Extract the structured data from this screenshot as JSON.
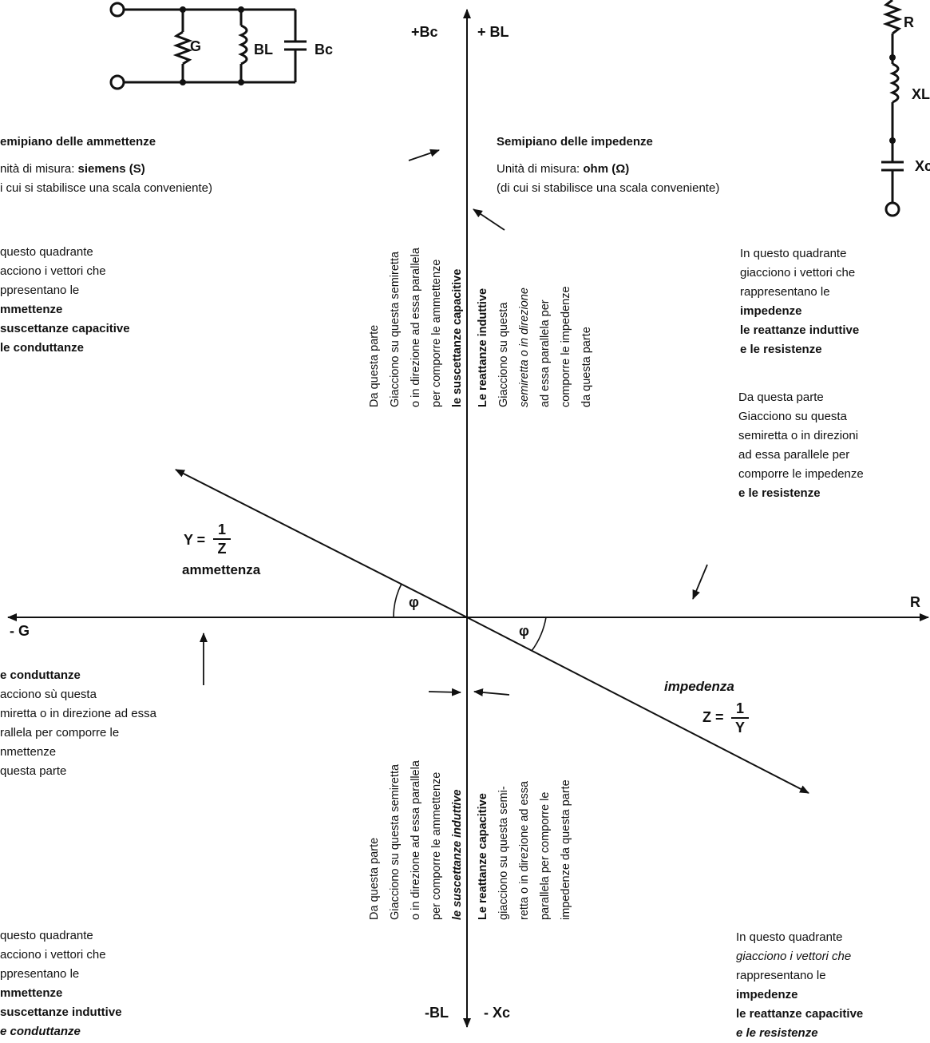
{
  "axis_labels": {
    "pos_bc": "+Bc",
    "pos_bl": "+ BL",
    "neg_g": "- G",
    "r": "R",
    "neg_bl": "-BL",
    "neg_xc": "- Xc"
  },
  "circuit_parallel": {
    "g": "G",
    "bl": "BL",
    "bc": "Bc"
  },
  "circuit_series": {
    "r": "R",
    "xl": "XL",
    "xc": "Xc"
  },
  "admittance_half": {
    "title": "emipiano delle ammettenze",
    "unit_prefix": "nità di misura:",
    "unit_value": "siemens (S)",
    "unit_note": "i cui si stabilisce una scala conveniente)"
  },
  "impedance_half": {
    "title": "Semipiano delle impedenze",
    "unit_prefix": "Unità di misura:",
    "unit_value": "ohm (Ω)",
    "unit_note": "(di cui si stabilisce una scala conveniente)"
  },
  "q2_text": [
    "questo quadrante",
    "acciono i vettori che",
    "ppresentano le",
    "mmettenze",
    "suscettanze capacitive",
    "le conduttanze"
  ],
  "q1_text": [
    "In questo quadrante",
    "giacciono i vettori che",
    "rappresentano le",
    "impedenze",
    "le reattanze induttive",
    "e le resistenze"
  ],
  "q1_res": [
    "Da questa parte",
    "Giacciono su questa",
    "semiretta o in direzioni",
    "ad essa parallele per",
    "comporre le impedenze",
    "e le resistenze"
  ],
  "left_cond": [
    "e conduttanze",
    "acciono sù questa",
    "miretta o in direzione ad essa",
    "rallela per comporre le",
    "nmettenze",
    "questa parte"
  ],
  "q3_text": [
    "questo quadrante",
    "acciono i vettori che",
    "ppresentano le",
    "mmettenze",
    "suscettanze induttive",
    "e conduttanze"
  ],
  "q4_text": [
    "In questo quadrante",
    "giacciono i vettori che",
    "rappresentano le",
    "impedenze",
    "le reattanze capacitive",
    "e le resistenze"
  ],
  "vert_upper_left": [
    "Da questa parte",
    "Giacciono su questa semiretta",
    "o in direzione ad essa parallela",
    "per comporre le ammettenze",
    "le suscettanze capacitive"
  ],
  "vert_upper_right": [
    "Le reattanze induttive",
    "Giacciono su questa",
    "semiretta o in direzione",
    "ad essa parallela per",
    "comporre le impedenze",
    "da questa parte"
  ],
  "vert_lower_left": [
    "Da questa parte",
    "Giacciono su questa semiretta",
    "o in direzione ad essa parallela",
    "per comporre le ammettenze",
    "le suscettanze induttive"
  ],
  "vert_lower_right": [
    "Le reattanze capacitive",
    "giacciono su questa semi-",
    "retta o in direzione ad essa",
    "parallela per comporre le",
    "impedenze da questa parte"
  ],
  "admittance_formula": {
    "lhs": "Y =",
    "num": "1",
    "den": "Z",
    "name": "ammettenza"
  },
  "impedance_formula": {
    "name": "impedenza",
    "lhs": "Z =",
    "num": "1",
    "den": "Y"
  },
  "phi": "φ"
}
